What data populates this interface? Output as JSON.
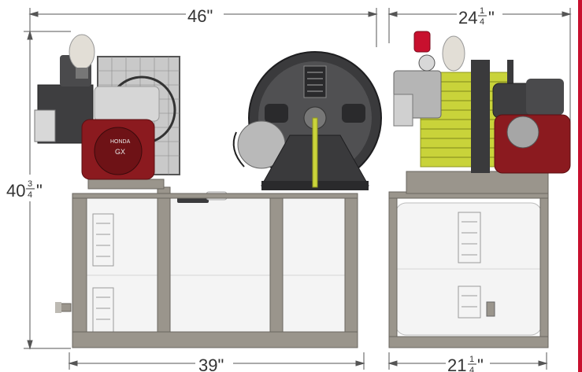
{
  "dimensions": {
    "overall_width": {
      "whole": "46\"",
      "fraction": ""
    },
    "side_width": {
      "whole": "24",
      "num": "1",
      "den": "4",
      "suffix": "\""
    },
    "height": {
      "whole": "40",
      "num": "3",
      "den": "4",
      "suffix": "\""
    },
    "base_length": {
      "whole": "39\"",
      "fraction": ""
    },
    "side_base_width": {
      "whole": "21",
      "num": "1",
      "den": "4",
      "suffix": "\""
    }
  },
  "engine_branding": {
    "brand": "HONDA",
    "model": "GX"
  },
  "colors": {
    "frame": "#9a958c",
    "engine_red": "#8b1a1f",
    "hose_yellow": "#c9d33a",
    "reel_dark": "#3a3a3c",
    "tank": "#f4f4f4",
    "accent_border": "#c8102e",
    "dimension_line": "#555555"
  }
}
